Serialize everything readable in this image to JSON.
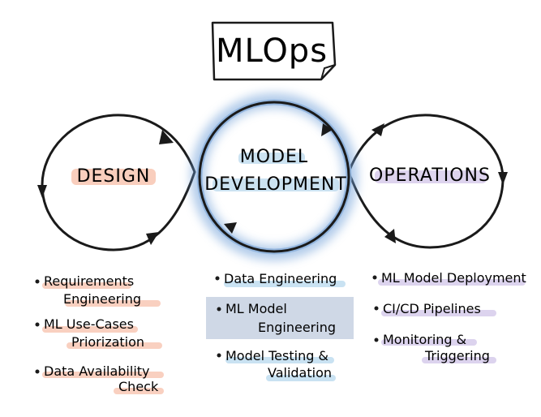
{
  "title": "MLOps",
  "phases": {
    "design": {
      "label": "DESIGN",
      "highlight": "#f6b49a"
    },
    "model_development": {
      "label_line1": "MODEL",
      "label_line2": "DEVELOPMENT",
      "highlight": "#a9cfe8",
      "ring_glow": "#6e9fd8"
    },
    "operations": {
      "label": "OPERATIONS",
      "highlight": "#c6b5e3"
    }
  },
  "lists": {
    "design": [
      {
        "lines": [
          "Requirements",
          "Engineering"
        ]
      },
      {
        "lines": [
          "ML Use-Cases",
          "Priorization"
        ]
      },
      {
        "lines": [
          "Data Availability",
          "Check"
        ]
      }
    ],
    "model_development": [
      {
        "lines": [
          "Data Engineering"
        ]
      },
      {
        "lines": [
          "ML Model",
          "Engineering"
        ],
        "boxed": true
      },
      {
        "lines": [
          "Model Testing &",
          "Validation"
        ]
      }
    ],
    "operations": [
      {
        "lines": [
          "ML Model Deployment"
        ]
      },
      {
        "lines": [
          "CI/CD Pipelines"
        ]
      },
      {
        "lines": [
          "Monitoring &",
          "Triggering"
        ]
      }
    ]
  },
  "colors": {
    "ink": "#1a1a1a",
    "design_accent": "#f4a98c",
    "dev_accent": "#9ccbe8",
    "dev_box": "#cfd8e6",
    "ops_accent": "#bfaee0"
  }
}
